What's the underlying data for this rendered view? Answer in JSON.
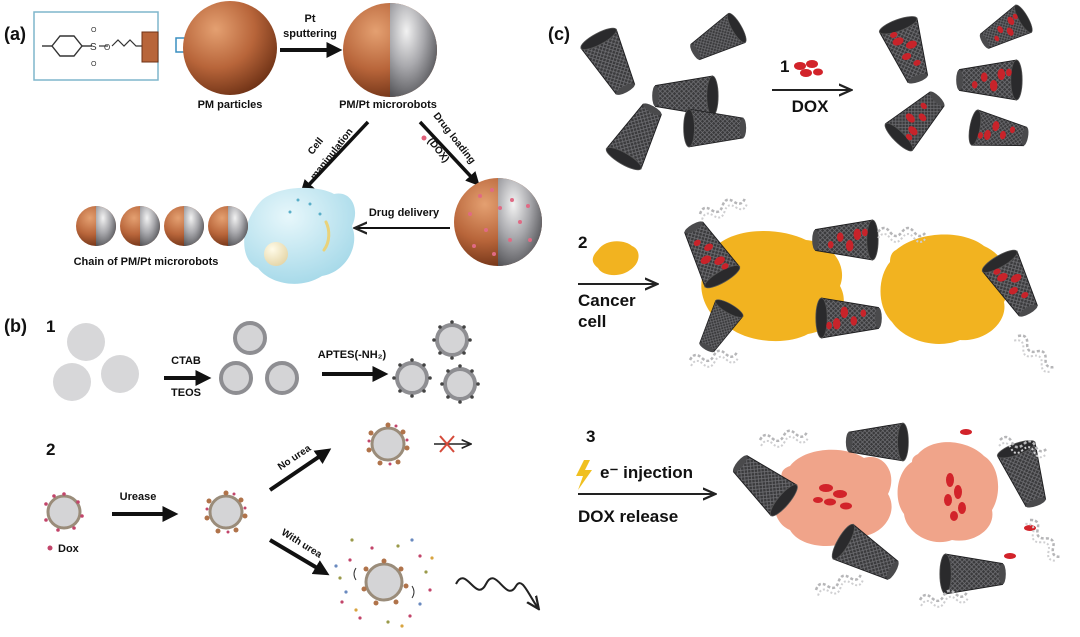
{
  "panels": {
    "a": "(a)",
    "b": "(b)",
    "c": "(c)"
  },
  "panel_a": {
    "pt_sputtering_1": "Pt",
    "pt_sputtering_2": "sputtering",
    "pm_particles": "PM particles",
    "pm_pt_microrobots": "PM/Pt microrobots",
    "cell_manipulation_1": "Cell",
    "cell_manipulation_2": "manipulation",
    "drug_loading_1": "Drug loading",
    "drug_loading_2": "(DOX)",
    "drug_delivery": "Drug delivery",
    "chain": "Chain of PM/Pt microrobots"
  },
  "panel_b": {
    "step1": "1",
    "step2": "2",
    "ctab": "CTAB",
    "teos": "TEOS",
    "aptes": "APTES(-NH₂)",
    "urease": "Urease",
    "dox": "Dox",
    "no_urea": "No urea",
    "with_urea": "With urea"
  },
  "panel_c": {
    "step1": "1",
    "dox": "DOX",
    "step2": "2",
    "cancer_1": "Cancer",
    "cancer_2": "cell",
    "step3": "3",
    "injection": "e⁻ injection",
    "release": "DOX release"
  },
  "colors": {
    "copper": "#b8653a",
    "platinum": "#a9a9ad",
    "cell_yellow": "#f2b320",
    "cell_blue": "#bfe6f2",
    "dox_red": "#d2232a",
    "released_cell": "#f0a48a"
  }
}
